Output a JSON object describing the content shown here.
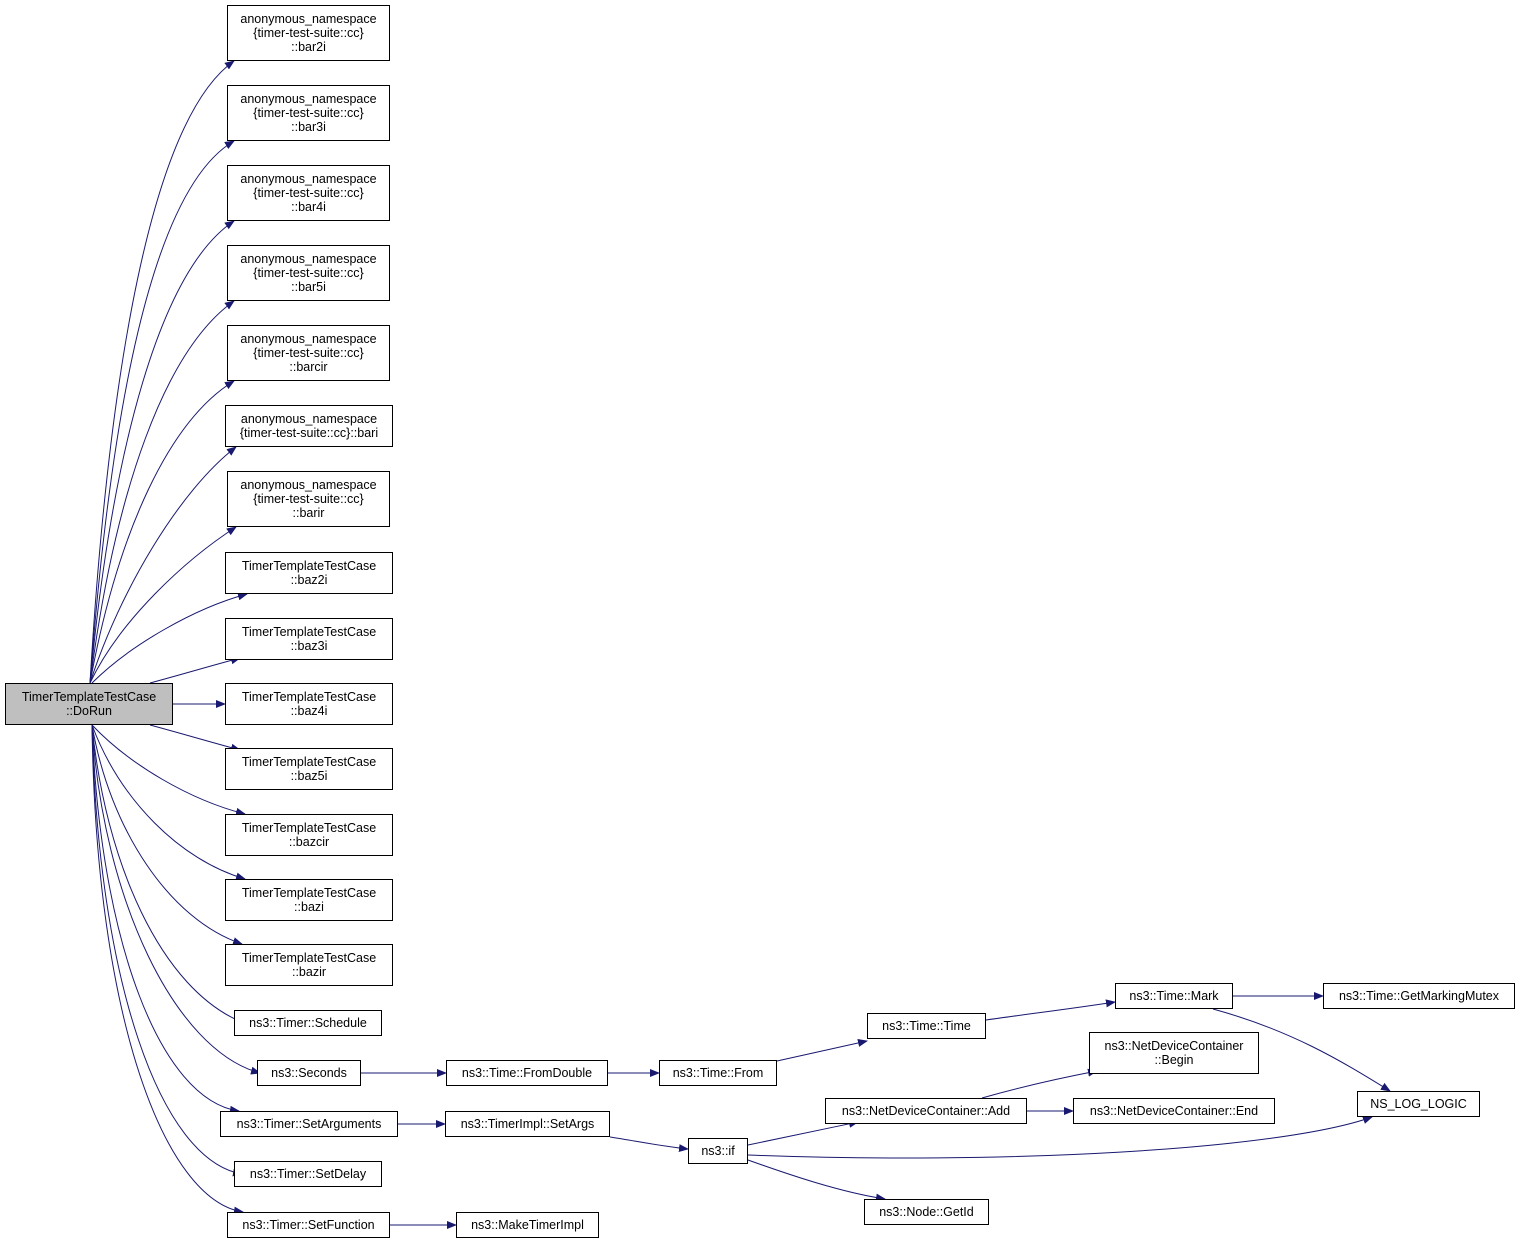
{
  "graph": {
    "edge_color": "#191970",
    "root_fill": "#bfbfbf",
    "nodes": [
      {
        "id": "dorun",
        "lines": [
          "TimerTemplateTestCase",
          "::DoRun"
        ],
        "root": true
      },
      {
        "id": "bar2i",
        "lines": [
          "anonymous_namespace",
          "{timer-test-suite::cc}",
          "::bar2i"
        ]
      },
      {
        "id": "bar3i",
        "lines": [
          "anonymous_namespace",
          "{timer-test-suite::cc}",
          "::bar3i"
        ]
      },
      {
        "id": "bar4i",
        "lines": [
          "anonymous_namespace",
          "{timer-test-suite::cc}",
          "::bar4i"
        ]
      },
      {
        "id": "bar5i",
        "lines": [
          "anonymous_namespace",
          "{timer-test-suite::cc}",
          "::bar5i"
        ]
      },
      {
        "id": "barcir",
        "lines": [
          "anonymous_namespace",
          "{timer-test-suite::cc}",
          "::barcir"
        ]
      },
      {
        "id": "bari",
        "lines": [
          "anonymous_namespace",
          "{timer-test-suite::cc}::bari"
        ]
      },
      {
        "id": "barir",
        "lines": [
          "anonymous_namespace",
          "{timer-test-suite::cc}",
          "::barir"
        ]
      },
      {
        "id": "baz2i",
        "lines": [
          "TimerTemplateTestCase",
          "::baz2i"
        ]
      },
      {
        "id": "baz3i",
        "lines": [
          "TimerTemplateTestCase",
          "::baz3i"
        ]
      },
      {
        "id": "baz4i",
        "lines": [
          "TimerTemplateTestCase",
          "::baz4i"
        ]
      },
      {
        "id": "baz5i",
        "lines": [
          "TimerTemplateTestCase",
          "::baz5i"
        ]
      },
      {
        "id": "bazcir",
        "lines": [
          "TimerTemplateTestCase",
          "::bazcir"
        ]
      },
      {
        "id": "bazi",
        "lines": [
          "TimerTemplateTestCase",
          "::bazi"
        ]
      },
      {
        "id": "bazir",
        "lines": [
          "TimerTemplateTestCase",
          "::bazir"
        ]
      },
      {
        "id": "schedule",
        "lines": [
          "ns3::Timer::Schedule"
        ]
      },
      {
        "id": "seconds",
        "lines": [
          "ns3::Seconds"
        ]
      },
      {
        "id": "setarguments",
        "lines": [
          "ns3::Timer::SetArguments"
        ]
      },
      {
        "id": "setdelay",
        "lines": [
          "ns3::Timer::SetDelay"
        ]
      },
      {
        "id": "setfunction",
        "lines": [
          "ns3::Timer::SetFunction"
        ]
      },
      {
        "id": "fromdouble",
        "lines": [
          "ns3::Time::FromDouble"
        ]
      },
      {
        "id": "setargs",
        "lines": [
          "ns3::TimerImpl::SetArgs"
        ]
      },
      {
        "id": "maketimerimpl",
        "lines": [
          "ns3::MakeTimerImpl"
        ]
      },
      {
        "id": "from",
        "lines": [
          "ns3::Time::From"
        ]
      },
      {
        "id": "if",
        "lines": [
          "ns3::if"
        ]
      },
      {
        "id": "time",
        "lines": [
          "ns3::Time::Time"
        ]
      },
      {
        "id": "add",
        "lines": [
          "ns3::NetDeviceContainer::Add"
        ]
      },
      {
        "id": "getid",
        "lines": [
          "ns3::Node::GetId"
        ]
      },
      {
        "id": "mark",
        "lines": [
          "ns3::Time::Mark"
        ]
      },
      {
        "id": "begin",
        "lines": [
          "ns3::NetDeviceContainer",
          "::Begin"
        ]
      },
      {
        "id": "end",
        "lines": [
          "ns3::NetDeviceContainer::End"
        ]
      },
      {
        "id": "getmarkingmutex",
        "lines": [
          "ns3::Time::GetMarkingMutex"
        ]
      },
      {
        "id": "nslog",
        "lines": [
          "NS_LOG_LOGIC"
        ]
      }
    ],
    "edges": [
      [
        "dorun",
        "bar2i"
      ],
      [
        "dorun",
        "bar3i"
      ],
      [
        "dorun",
        "bar4i"
      ],
      [
        "dorun",
        "bar5i"
      ],
      [
        "dorun",
        "barcir"
      ],
      [
        "dorun",
        "bari"
      ],
      [
        "dorun",
        "barir"
      ],
      [
        "dorun",
        "baz2i"
      ],
      [
        "dorun",
        "baz3i"
      ],
      [
        "dorun",
        "baz4i"
      ],
      [
        "dorun",
        "baz5i"
      ],
      [
        "dorun",
        "bazcir"
      ],
      [
        "dorun",
        "bazi"
      ],
      [
        "dorun",
        "bazir"
      ],
      [
        "dorun",
        "schedule"
      ],
      [
        "dorun",
        "seconds"
      ],
      [
        "dorun",
        "setarguments"
      ],
      [
        "dorun",
        "setdelay"
      ],
      [
        "dorun",
        "setfunction"
      ],
      [
        "seconds",
        "fromdouble"
      ],
      [
        "fromdouble",
        "from"
      ],
      [
        "from",
        "time"
      ],
      [
        "time",
        "mark"
      ],
      [
        "mark",
        "getmarkingmutex"
      ],
      [
        "mark",
        "nslog"
      ],
      [
        "setarguments",
        "setargs"
      ],
      [
        "setargs",
        "if"
      ],
      [
        "if",
        "add"
      ],
      [
        "if",
        "nslog"
      ],
      [
        "if",
        "getid"
      ],
      [
        "add",
        "begin"
      ],
      [
        "add",
        "end"
      ],
      [
        "setfunction",
        "maketimerimpl"
      ]
    ]
  }
}
